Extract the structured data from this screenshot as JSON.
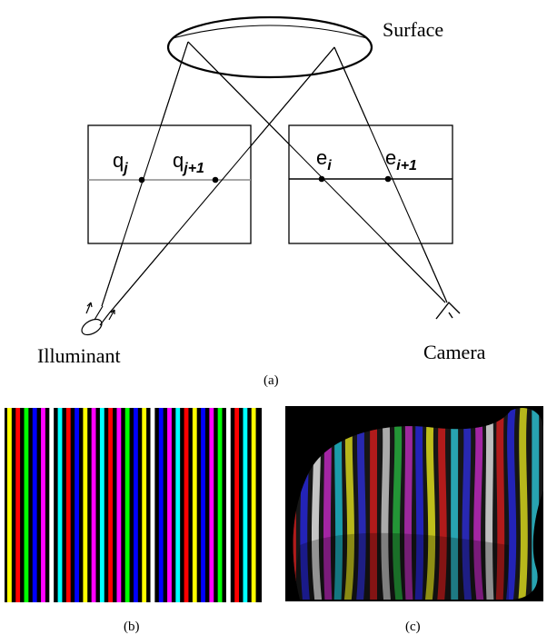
{
  "panel_a": {
    "surface_label": "Surface",
    "illuminant_label": "Illuminant",
    "camera_label": "Camera",
    "q_left": {
      "base": "q",
      "sub": "j"
    },
    "q_right": {
      "base": "q",
      "sub": "j+1"
    },
    "e_left": {
      "base": "e",
      "sub": "i"
    },
    "e_right": {
      "base": "e",
      "sub": "i+1"
    },
    "caption": "(a)"
  },
  "panel_b": {
    "caption": "(b)",
    "stripe_colors": [
      "#ffff00",
      "#ff0000",
      "#00ff00",
      "#0000ff",
      "#ff00ff",
      "#ffffff",
      "#00ffff",
      "#ff0000",
      "#0000ff",
      "#ffff00",
      "#ff00ff",
      "#00ffff",
      "#ff0000",
      "#ff00ff",
      "#00ff00",
      "#0000ff",
      "#ffff00",
      "#ffffff",
      "#0000ff",
      "#ff00ff",
      "#00ffff",
      "#ff0000",
      "#ffff00",
      "#0000ff",
      "#ff00ff",
      "#00ff00",
      "#ffffff",
      "#ff0000",
      "#00ffff",
      "#ffff00"
    ]
  },
  "panel_c": {
    "caption": "(c)",
    "stripe_colors": [
      "#d02020",
      "#2a2ad8",
      "#e8e8e8",
      "#c02cc0",
      "#20b8c8",
      "#d8d820",
      "#3030d0",
      "#d02020",
      "#c8c8c8",
      "#2ab040",
      "#b830b8",
      "#2a2ad8",
      "#e0e020",
      "#d02020",
      "#30c0d0",
      "#3030d0",
      "#c02cc0",
      "#e0e0e0",
      "#d02020",
      "#2a2ad8",
      "#d8d820",
      "#30c0d0"
    ]
  }
}
